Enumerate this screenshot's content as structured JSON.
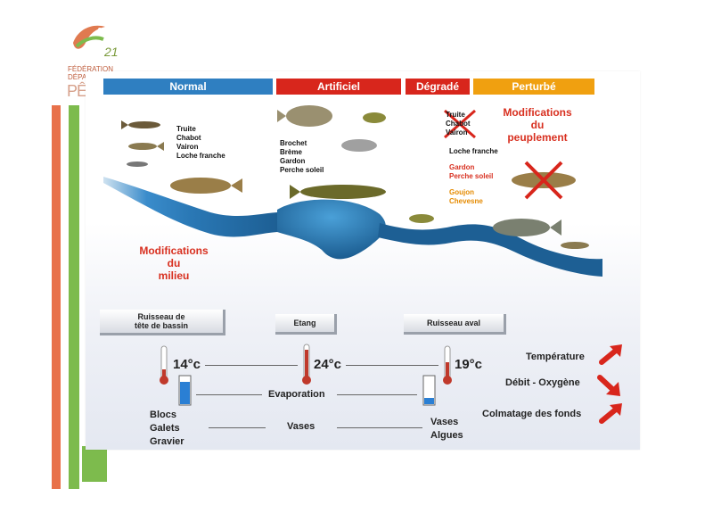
{
  "logo": {
    "number": "21",
    "federation": "FÉDÉRATION",
    "departement": "DÉPARTE",
    "peche": "PÊC"
  },
  "headers": [
    {
      "label": "Normal",
      "color": "#2f7fc1"
    },
    {
      "label": "Artificiel",
      "color": "#d8261c"
    },
    {
      "label": "Dégradé",
      "color": "#d8261c"
    },
    {
      "label": "Perturbé",
      "color": "#f0a010"
    }
  ],
  "normal_species": [
    "Truite",
    "Chabot",
    "Vairon",
    "Loche franche"
  ],
  "artificiel_species": [
    "Brochet",
    "Brème",
    "Gardon",
    "Perche soleil"
  ],
  "degrade": {
    "crossed_species": [
      "Truite",
      "Chabot",
      "Vairon"
    ],
    "loche": "Loche franche",
    "red_species": [
      "Gardon",
      "Perche soleil"
    ],
    "orange_species": [
      "Goujon",
      "Chevesne"
    ]
  },
  "modif_peuplement": [
    "Modifications",
    "du",
    "peuplement"
  ],
  "modif_milieu": [
    "Modifications",
    "du",
    "milieu"
  ],
  "sites": [
    {
      "label_1": "Ruisseau de",
      "label_2": "tête de bassin"
    },
    {
      "label_1": "Etang",
      "label_2": ""
    },
    {
      "label_1": "Ruisseau aval",
      "label_2": ""
    }
  ],
  "temperatures": [
    "14°c",
    "24°c",
    "19°c"
  ],
  "evaporation": "Evaporation",
  "substrate_left": [
    "Blocs",
    "Galets",
    "Gravier"
  ],
  "vases_mid": "Vases",
  "substrate_right": [
    "Vases",
    "Algues"
  ],
  "trends": [
    "Température",
    "Débit - Oxygène",
    "Colmatage des fonds"
  ],
  "colors": {
    "water": "#2a78b5",
    "arrow": "#d8261c",
    "thermo": "#c0392b",
    "gauge": "#2a7fd4"
  }
}
